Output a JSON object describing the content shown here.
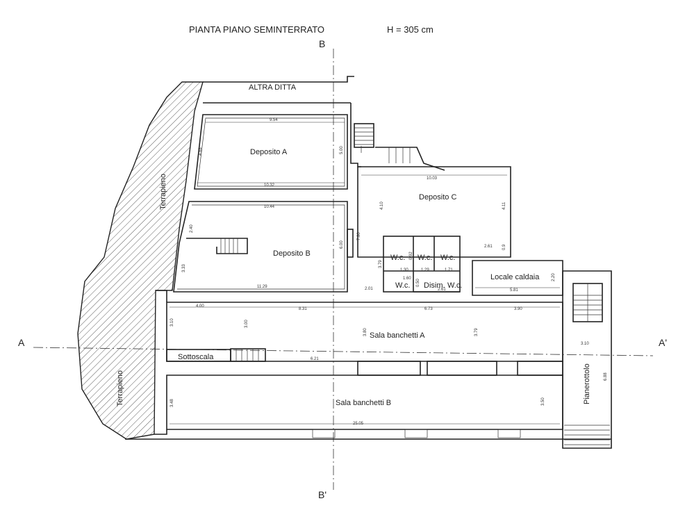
{
  "header": {
    "title": "PIANTA PIANO SEMINTERRATO",
    "height_label": "H = 305 cm"
  },
  "section_markers": {
    "b_top": "B",
    "b_bottom": "B'",
    "a_left": "A",
    "a_right": "A'"
  },
  "rooms": {
    "altra_ditta": "ALTRA DITTA",
    "deposito_a": "Deposito A",
    "deposito_b": "Deposito B",
    "deposito_c": "Deposito C",
    "wc1": "W.c.",
    "wc2": "W.c.",
    "wc3": "W.c.",
    "wc4": "W.c.",
    "disim": "Disim.",
    "wc5": "W.c.",
    "locale_caldaia": "Locale caldaia",
    "sala_a": "Sala banchetti A",
    "sala_b": "Sala banchetti B",
    "sottoscala": "Sottoscala",
    "pianerottolo": "Pianerottolo",
    "terrapieno_top": "Terrapieno",
    "terrapieno_bottom": "Terrapieno"
  },
  "dimensions": {
    "d954": "9.54",
    "d488": "4.88",
    "d500": "5.00",
    "d1032": "10.32",
    "d1044": "10.44",
    "d240": "2.40",
    "d333": "3.33",
    "d1129": "11.29",
    "d780": "7.80",
    "d600": "6.00",
    "d1003": "10.03",
    "d410a": "4.10",
    "d411": "4.11",
    "d261a": "2.61",
    "d09": "0.9",
    "d379a": "3.79",
    "d201": "2.01",
    "d130": "1.30",
    "d129": "1.29",
    "d171": "1.71",
    "d160": "1.60",
    "d092": "0.92",
    "d261b": "2.61",
    "d050": "0.50",
    "d581": "5.81",
    "d220": "2.20",
    "d400": "4.00",
    "d831": "8.31",
    "d673": "6.73",
    "d390": "3.90",
    "d310a": "3.10",
    "d300": "3.00",
    "d380": "3.80",
    "d379b": "3.79",
    "d310b": "3.10",
    "d621": "6.21",
    "d348": "3.48",
    "d2505": "25.05",
    "d350": "3.50",
    "d688": "6.88"
  }
}
